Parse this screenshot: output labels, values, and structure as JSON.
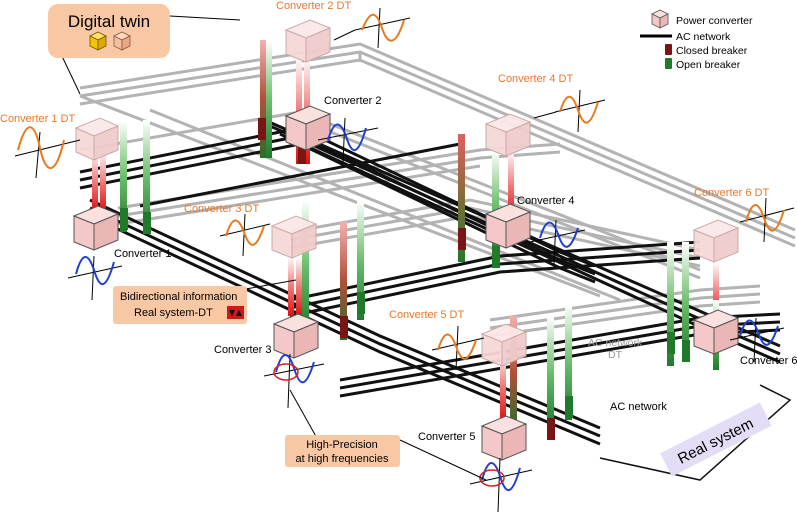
{
  "title": "Digital twin",
  "legend": {
    "power_converter": "Power converter",
    "ac_network": "AC network",
    "closed_breaker": "Closed breaker",
    "open_breaker": "Open breaker"
  },
  "converters": {
    "c1": "Converter 1",
    "c2": "Converter 2",
    "c3": "Converter 3",
    "c4": "Converter 4",
    "c5": "Converter 5",
    "c6": "Converter 6"
  },
  "digital_twins": {
    "dt1": "Converter 1 DT",
    "dt2": "Converter 2 DT",
    "dt3": "Converter 3 DT",
    "dt4": "Converter 4 DT",
    "dt5": "Converter 5 DT",
    "dt6": "Converter 6 DT"
  },
  "callouts": {
    "bidir_line1": "Bidirectional information",
    "bidir_line2": "Real system-DT",
    "precision_line1": "High-Precision",
    "precision_line2": "at high frequencies"
  },
  "networks": {
    "ac_network": "AC network",
    "ac_network_dt_line1": "AC network",
    "ac_network_dt_line2": "DT",
    "real_system": "Real system"
  },
  "colors": {
    "dt_label": "#e8772a",
    "callout_fill": "#f8c8a4",
    "real_system_fill": "#e4ddf7",
    "converter_cube": "#f6d3d3",
    "closed_breaker": "#8b1a1a",
    "open_breaker": "#2e7d32",
    "waveform_real": "#1f3fd0",
    "waveform_dt": "#e87a1e"
  }
}
